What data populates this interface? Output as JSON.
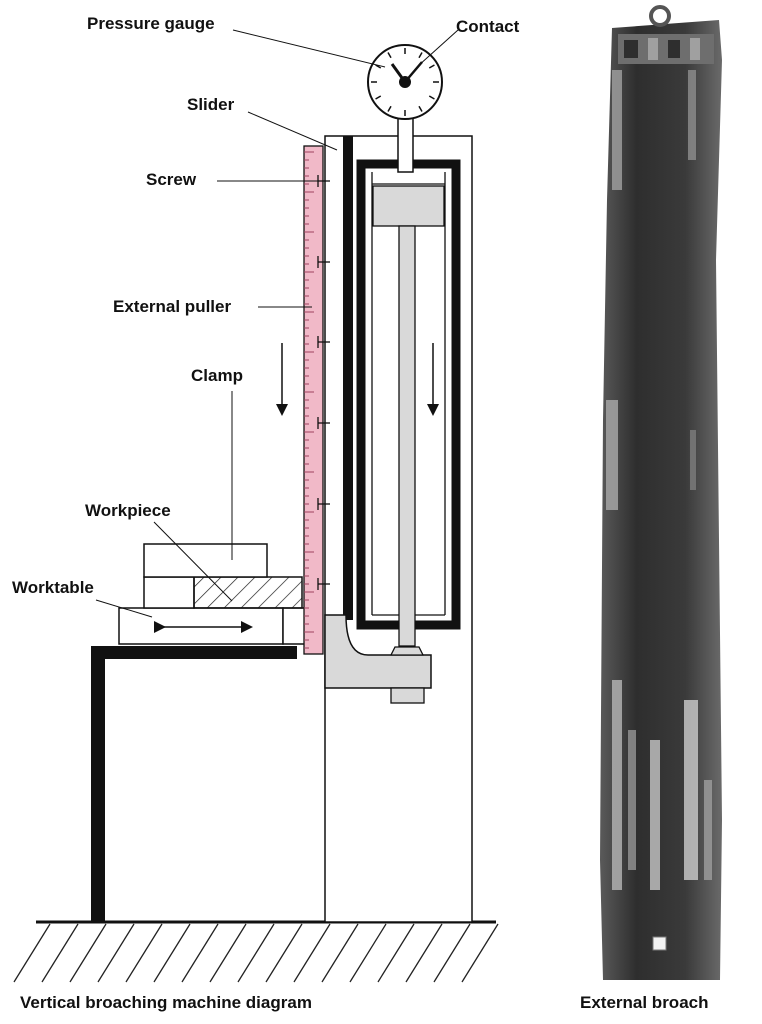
{
  "labels": {
    "pressure_gauge": "Pressure gauge",
    "contact": "Contact",
    "slider": "Slider",
    "screw": "Screw",
    "external_puller": "External puller",
    "clamp": "Clamp",
    "workpiece": "Workpiece",
    "worktable": "Worktable"
  },
  "captions": {
    "left": "Vertical broaching machine diagram",
    "right": "External broach"
  },
  "colors": {
    "slider_fill": "#f1b9c8",
    "piston_gray": "#d9d9d9",
    "broach_dark": "#3c3c3c",
    "broach_light": "#9c9c9c"
  }
}
